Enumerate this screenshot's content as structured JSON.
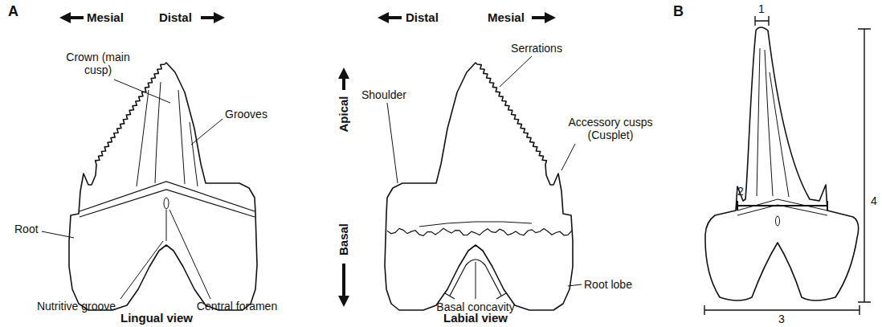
{
  "diagram": {
    "labels": [
      "A",
      "Mesial",
      "Distal",
      "Crown (main cusp)",
      "Grooves",
      "Root",
      "Nutritive groove",
      "Central foramen",
      "Lingual view",
      "Apical",
      "Basal",
      "Distal",
      "Mesial",
      "Serrations",
      "Shoulder",
      "Accessory cusps (Cusplet)",
      "Basal concavity",
      "Root lobe",
      "Labial view",
      "B",
      "1",
      "2",
      "3",
      "4"
    ]
  }
}
